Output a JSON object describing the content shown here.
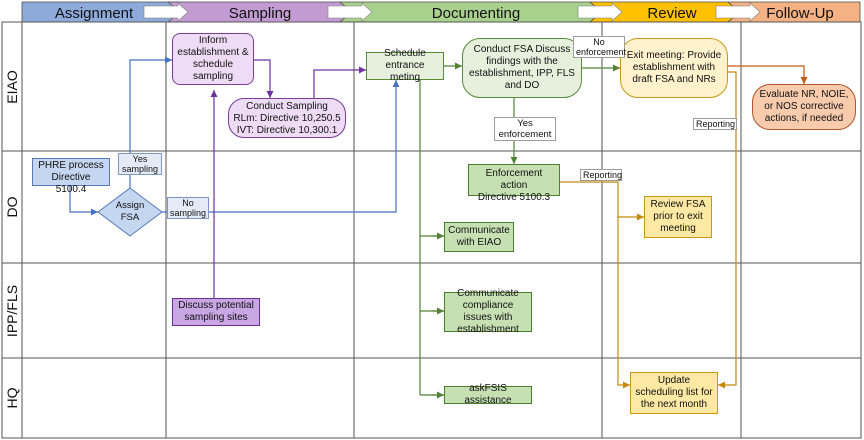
{
  "phases": [
    {
      "label": "Assignment",
      "color": "#8eaadb"
    },
    {
      "label": "Sampling",
      "color": "#c39bd3"
    },
    {
      "label": "Documenting",
      "color": "#a9d18e"
    },
    {
      "label": "Review",
      "color": "#ffc000"
    },
    {
      "label": "Follow-Up",
      "color": "#f4b183"
    }
  ],
  "lanes": [
    "EIAO",
    "DO",
    "IPP/FLS",
    "HQ"
  ],
  "nodes": {
    "inform": "Inform establishment & schedule sampling",
    "conduct_sampling": "Conduct Sampling\nRLm: Directive 10,250.5\nIVT: Directive 10,300.1",
    "schedule_meeting": "Schedule entrance meting",
    "conduct_fsa": "Conduct FSA\nDiscuss findings with the establishment, IPP, FLS and DO",
    "exit_meeting": "Exit meeting: Provide establishment with draft FSA and NRs",
    "evaluate": "Evaluate NR, NOIE, or NOS corrective actions, if needed",
    "phre": "PHRE process\nDirective 5100.4",
    "assign_fsa": "Assign FSA",
    "enforcement": "Enforcement action\nDirective 5100.3",
    "review_fsa": "Review FSA prior to exit meeting",
    "communicate_eiao": "Communicate with EIAO",
    "discuss_sites": "Discuss potential sampling sites",
    "communicate_compliance": "Communicate compliance issues with establishment",
    "askfsis": "askFSIS assistance",
    "update_schedule": "Update scheduling list for the next month"
  },
  "labels": {
    "yes_sampling": "Yes\nsampling",
    "no_sampling": "No\nsampling",
    "no_enforcement": "No\nenforcement",
    "yes_enforcement": "Yes\nenforcement",
    "reporting_do": "Reporting",
    "reporting_eiao": "Reporting"
  },
  "colors": {
    "blue_line": "#4472c4",
    "purple_line": "#7030a0",
    "green_line": "#548235",
    "orange_line": "#c58a0a",
    "brown_line": "#c55a11",
    "grid": "#555555"
  }
}
